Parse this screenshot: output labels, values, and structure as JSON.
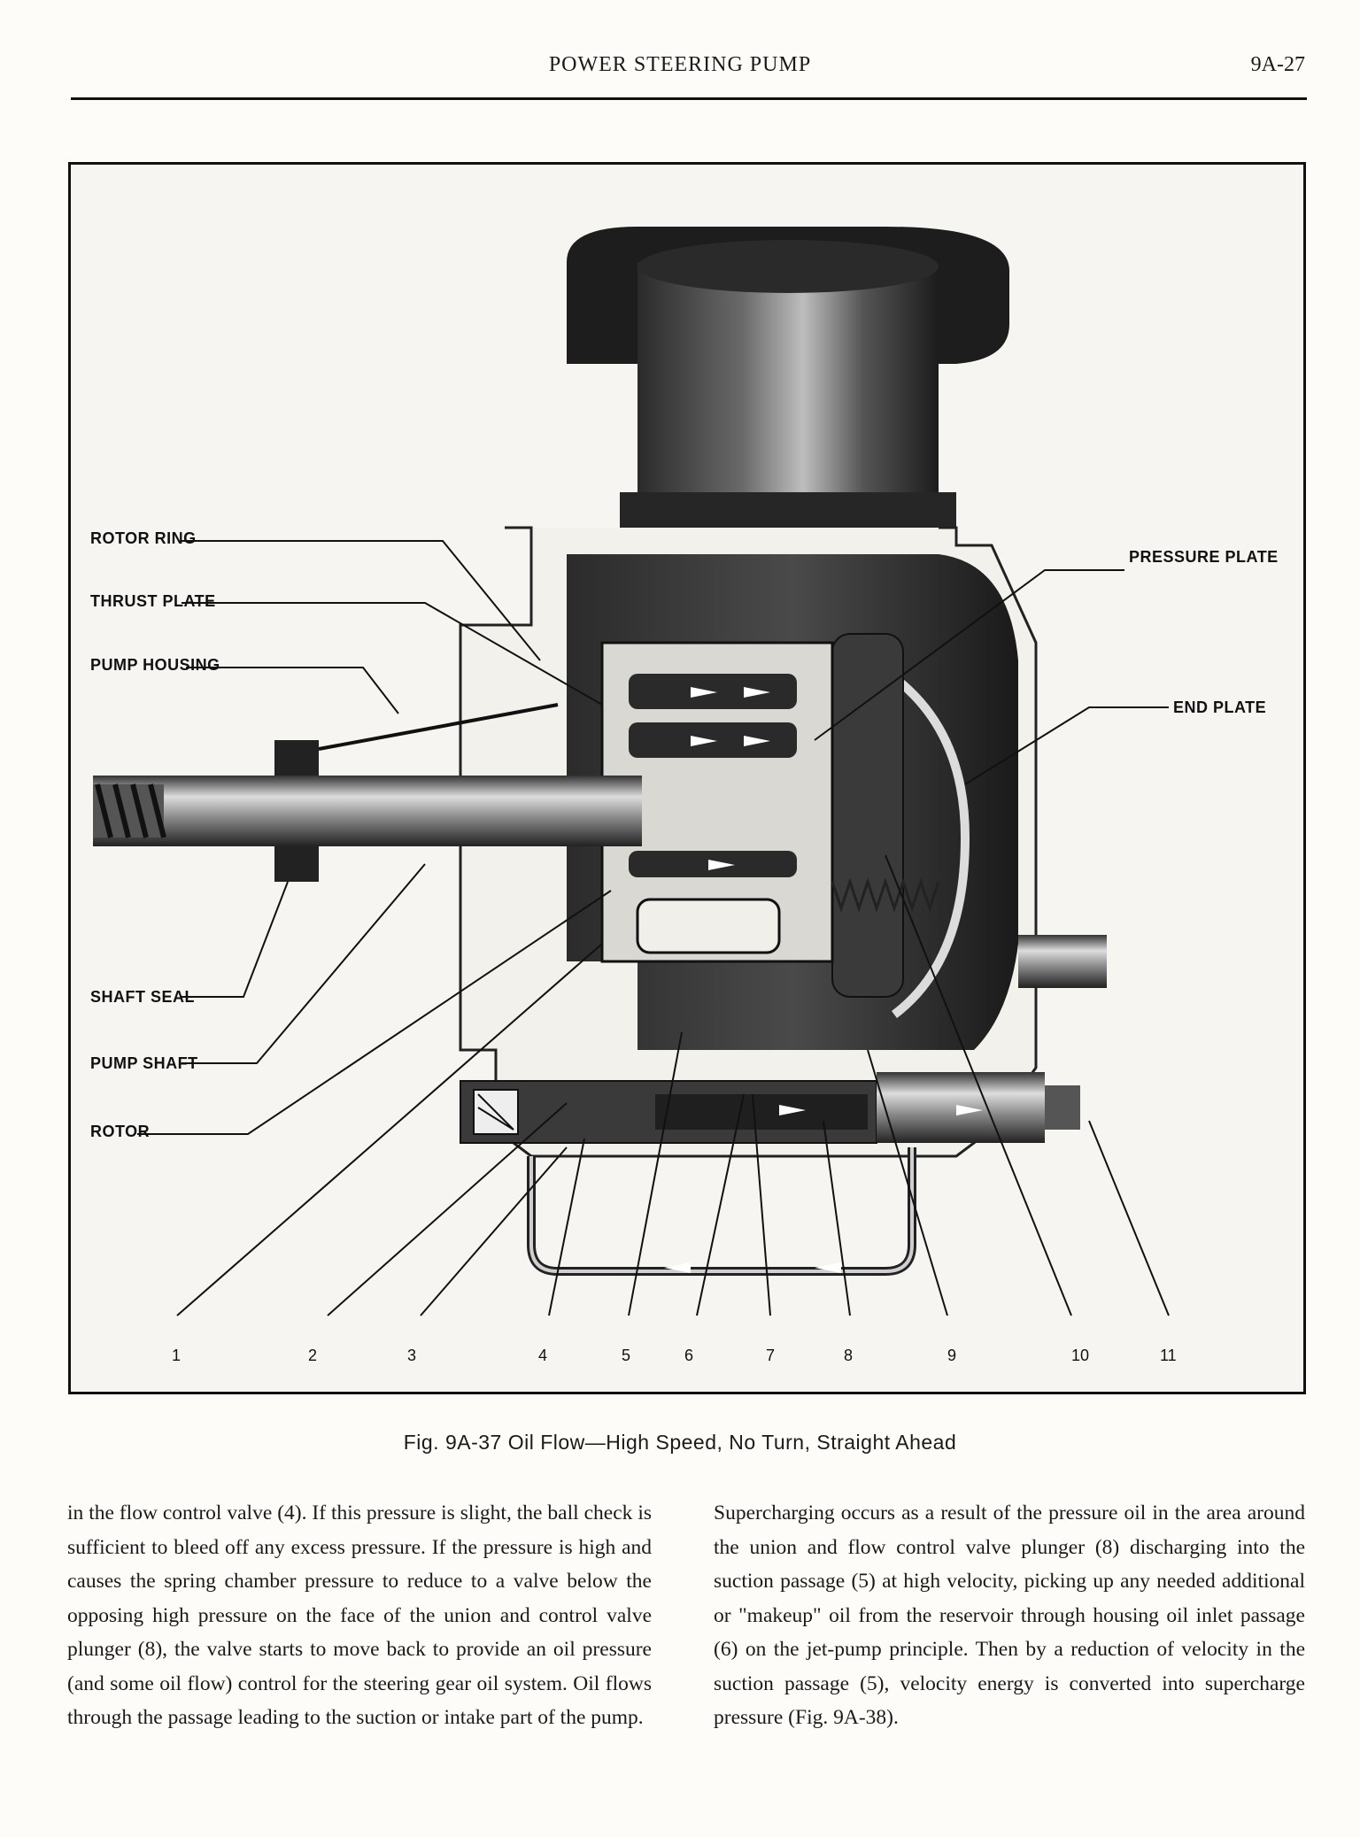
{
  "header": {
    "title": "POWER STEERING PUMP",
    "page_number": "9A-27"
  },
  "figure": {
    "callouts": {
      "rotor_ring": "ROTOR RING",
      "thrust_plate": "THRUST PLATE",
      "pump_housing": "PUMP HOUSING",
      "shaft_seal": "SHAFT SEAL",
      "pump_shaft": "PUMP SHAFT",
      "rotor": "ROTOR",
      "pressure_plate": "PRESSURE PLATE",
      "end_plate": "END PLATE"
    },
    "numbers": [
      "1",
      "2",
      "3",
      "4",
      "5",
      "6",
      "7",
      "8",
      "9",
      "10",
      "11"
    ],
    "caption": "Fig. 9A-37 Oil Flow—High Speed, No Turn, Straight Ahead"
  },
  "body": {
    "left_column": "in the flow control valve (4). If this pressure is slight, the ball check is sufficient to bleed off any excess pressure. If the pressure is high and causes the spring chamber pressure to reduce to a valve below the opposing high pressure on the face of the union and control valve plunger (8), the valve starts to move back to provide an oil pressure (and some oil flow) control for the steering gear oil system. Oil flows through the passage leading to the suction or intake part of the pump.",
    "right_column": "Supercharging occurs as a result of the pressure oil in the area around the union and flow control valve plunger (8) discharging into the suction passage (5) at high velocity, picking up any needed additional or \"makeup\" oil from the reservoir through housing oil inlet passage (6) on the jet-pump principle. Then by a reduction of velocity in the suction passage (5), velocity energy is converted into supercharge pressure (Fig. 9A-38)."
  }
}
